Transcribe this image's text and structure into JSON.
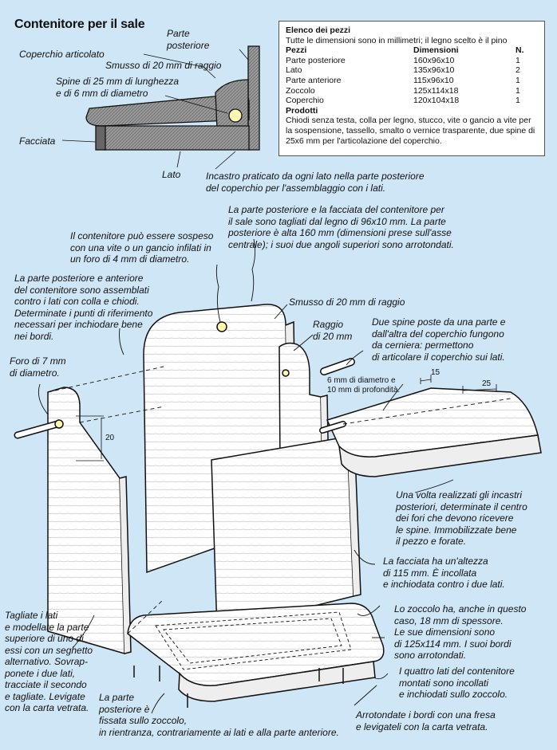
{
  "title": "Contenitore per il sale",
  "detail_labels": {
    "parte_posteriore": "Parte\nposteriore",
    "coperchio_articolato": "Coperchio articolato",
    "smusso": "Smusso di 20 mm di raggio",
    "spine": "Spine di 25 mm di lunghezza\ne di 6 mm di diametro",
    "facciata": "Facciata",
    "lato": "Lato",
    "incastro": "Incastro praticato da ogni lato nella parte posteriore\ndel coperchio per l'assemblaggio con i lati."
  },
  "parts_list": {
    "heading": "Elenco dei pezzi",
    "subtitle": "Tutte le dimensioni sono in millimetri; il legno scelto è il pino",
    "columns": [
      "Pezzi",
      "Dimensioni",
      "N."
    ],
    "rows": [
      [
        "Parte posteriore",
        "160x96x10",
        "1"
      ],
      [
        "Lato",
        "135x96x10",
        "2"
      ],
      [
        "Parte anteriore",
        "115x96x10",
        "1"
      ],
      [
        "Zoccolo",
        "125x114x18",
        "1"
      ],
      [
        "Coperchio",
        "120x104x18",
        "1"
      ]
    ],
    "prodotti_heading": "Prodotti",
    "prodotti_text": "Chiodi senza testa, colla per legno, stucco, vite o gancio a vite per la sospensione, tassello, smalto o vernice trasparente, due spine di 25x6 mm per l'articolazione del coperchio."
  },
  "annotations": {
    "back_panel": "La parte posteriore e la facciata del contenitore per\nil sale sono tagliati dal legno di 96x10 mm. La parte\nposteriore è alta 160 mm (dimensioni prese sull'asse\ncentrale); i suoi due angoli superiori sono arrotondati.",
    "hanging": "Il contenitore può essere sospeso\ncon una vite o un gancio infilati in\nun foro di 4 mm di diametro.",
    "assembly": "La parte posteriore e anteriore\ndel contenitore sono assemblati\ncontro i lati con colla e chiodi.\nDeterminate i punti di riferimento\nnecessari per inchiodare bene\nnei bordi.",
    "smusso_main": "Smusso di 20 mm di raggio",
    "raggio": "Raggio\ndi 20 mm",
    "pins": "Due spine poste da una parte e\ndall'altra del coperchio fungono\nda cerniera: permettono\ndi articolare il coperchio sui lati.",
    "foro": "Foro di 7 mm\ndi diametro.",
    "depth": "6 mm di diametro e\n10 mm di profondità.",
    "incastri": "Una volta realizzati gli incastri\nposteriori, determinate il centro\ndei fori che devono ricevere\nle spine. Immobilizzate bene\nil pezzo e forate.",
    "facciata_info": "La facciata ha un'altezza\ndi 115 mm. È incollata\ne inchiodata contro i due lati.",
    "zoccolo_info": "Lo zoccolo ha, anche in questo\ncaso, 18 mm di spessore.\nLe sue dimensioni sono\ndi 125x114 mm. I suoi bordi\nsono arrotondati.",
    "lati_cut": "Tagliate i lati\ne modellate la parte\nsuperiore di uno di\nessi con un seghetto\nalternativo. Sovrap-\nponete i due lati,\ntracciate il secondo\ne tagliate. Levigate\ncon la carta vetrata.",
    "parte_post_fissata": "La parte\nposteriore è\nfissata sullo zoccolo,\nin rientranza, contrariamente ai lati e alla parte anteriore.",
    "quattro_lati": "I quattro lati del contenitore\nmontati sono incollati\ne inchiodati sullo zoccolo.",
    "arrotondate": "Arrotondate i bordi con una fresa\ne levigateli con la carta vetrata."
  },
  "dimensions": {
    "d20": "20",
    "d15": "15",
    "d25": "25"
  },
  "colors": {
    "background": "#cfe6f6",
    "wood": "#ffffff",
    "stroke": "#111111",
    "section": "#8a8a8a"
  }
}
